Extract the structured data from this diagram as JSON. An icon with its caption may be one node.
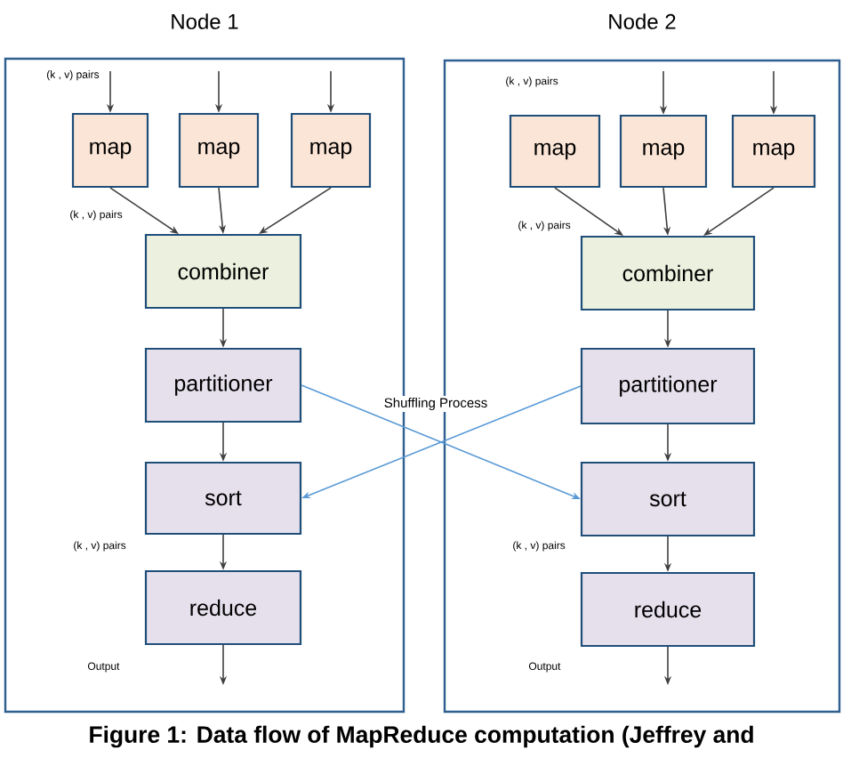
{
  "diagram": {
    "caption": "Figure 1: Data flow of MapReduce computation (Jeffrey and",
    "nodes": [
      {
        "text": [
          "Node 1"
        ]
      },
      {
        "text": [
          "map"
        ],
        "in": 0
      },
      {
        "text": [
          "map"
        ],
        "in": 0
      },
      {
        "text": [
          "map"
        ],
        "in": 0
      },
      {
        "text": [
          "combiner"
        ],
        "in": 0
      },
      {
        "text": [
          "partitioner"
        ],
        "in": 0
      },
      {
        "text": [
          "sort"
        ],
        "in": 0
      },
      {
        "text": [
          "reduce"
        ],
        "in": 0
      },
      {
        "text": [
          "Node 2"
        ]
      },
      {
        "text": [
          "map"
        ],
        "in": 8
      },
      {
        "text": [
          "map"
        ],
        "in": 8
      },
      {
        "text": [
          "map"
        ],
        "in": 8
      },
      {
        "text": [
          "combiner"
        ],
        "in": 8
      },
      {
        "text": [
          "partitioner"
        ],
        "in": 8
      },
      {
        "text": [
          "sort"
        ],
        "in": 8
      },
      {
        "text": [
          "reduce"
        ],
        "in": 8
      }
    ],
    "edges": [
      {
        "from": null,
        "to": 1,
        "arrow": "to",
        "label": "(k , v) pairs"
      },
      {
        "from": null,
        "to": 2,
        "arrow": "to"
      },
      {
        "from": null,
        "to": 3,
        "arrow": "to"
      },
      {
        "from": 1,
        "to": 4,
        "arrow": "to"
      },
      {
        "from": 2,
        "to": 4,
        "arrow": "to"
      },
      {
        "from": 3,
        "to": 4,
        "arrow": "to"
      },
      {
        "from": 4,
        "to": 5,
        "arrow": "to"
      },
      {
        "from": 5,
        "to": 6,
        "arrow": "to"
      },
      {
        "from": 6,
        "to": 7,
        "arrow": "to"
      },
      {
        "from": 7,
        "to": null,
        "arrow": "to"
      },
      {
        "from": null,
        "to": 10,
        "arrow": "to"
      },
      {
        "from": null,
        "to": 11,
        "arrow": "to"
      },
      {
        "from": 9,
        "to": 12,
        "arrow": "to"
      },
      {
        "from": 10,
        "to": 12,
        "arrow": "to"
      },
      {
        "from": 11,
        "to": 12,
        "arrow": "to"
      },
      {
        "from": 12,
        "to": 13,
        "arrow": "to"
      },
      {
        "from": 13,
        "to": 14,
        "arrow": "to"
      },
      {
        "from": 14,
        "to": 15,
        "arrow": "to"
      },
      {
        "from": 15,
        "to": null,
        "arrow": "to"
      },
      {
        "from": 5,
        "to": 14,
        "arrow": "to",
        "color": "#5b9bd5"
      },
      {
        "from": 13,
        "to": 6,
        "arrow": "to",
        "color": "#5b9bd5"
      }
    ],
    "labels": [
      "(k , v) pairs",
      "(k , v) pairs",
      "Output",
      "(k , v) pairs",
      "(k , v) pairs",
      "(k , v) pairs",
      "Output",
      "Shuffling Process"
    ]
  }
}
